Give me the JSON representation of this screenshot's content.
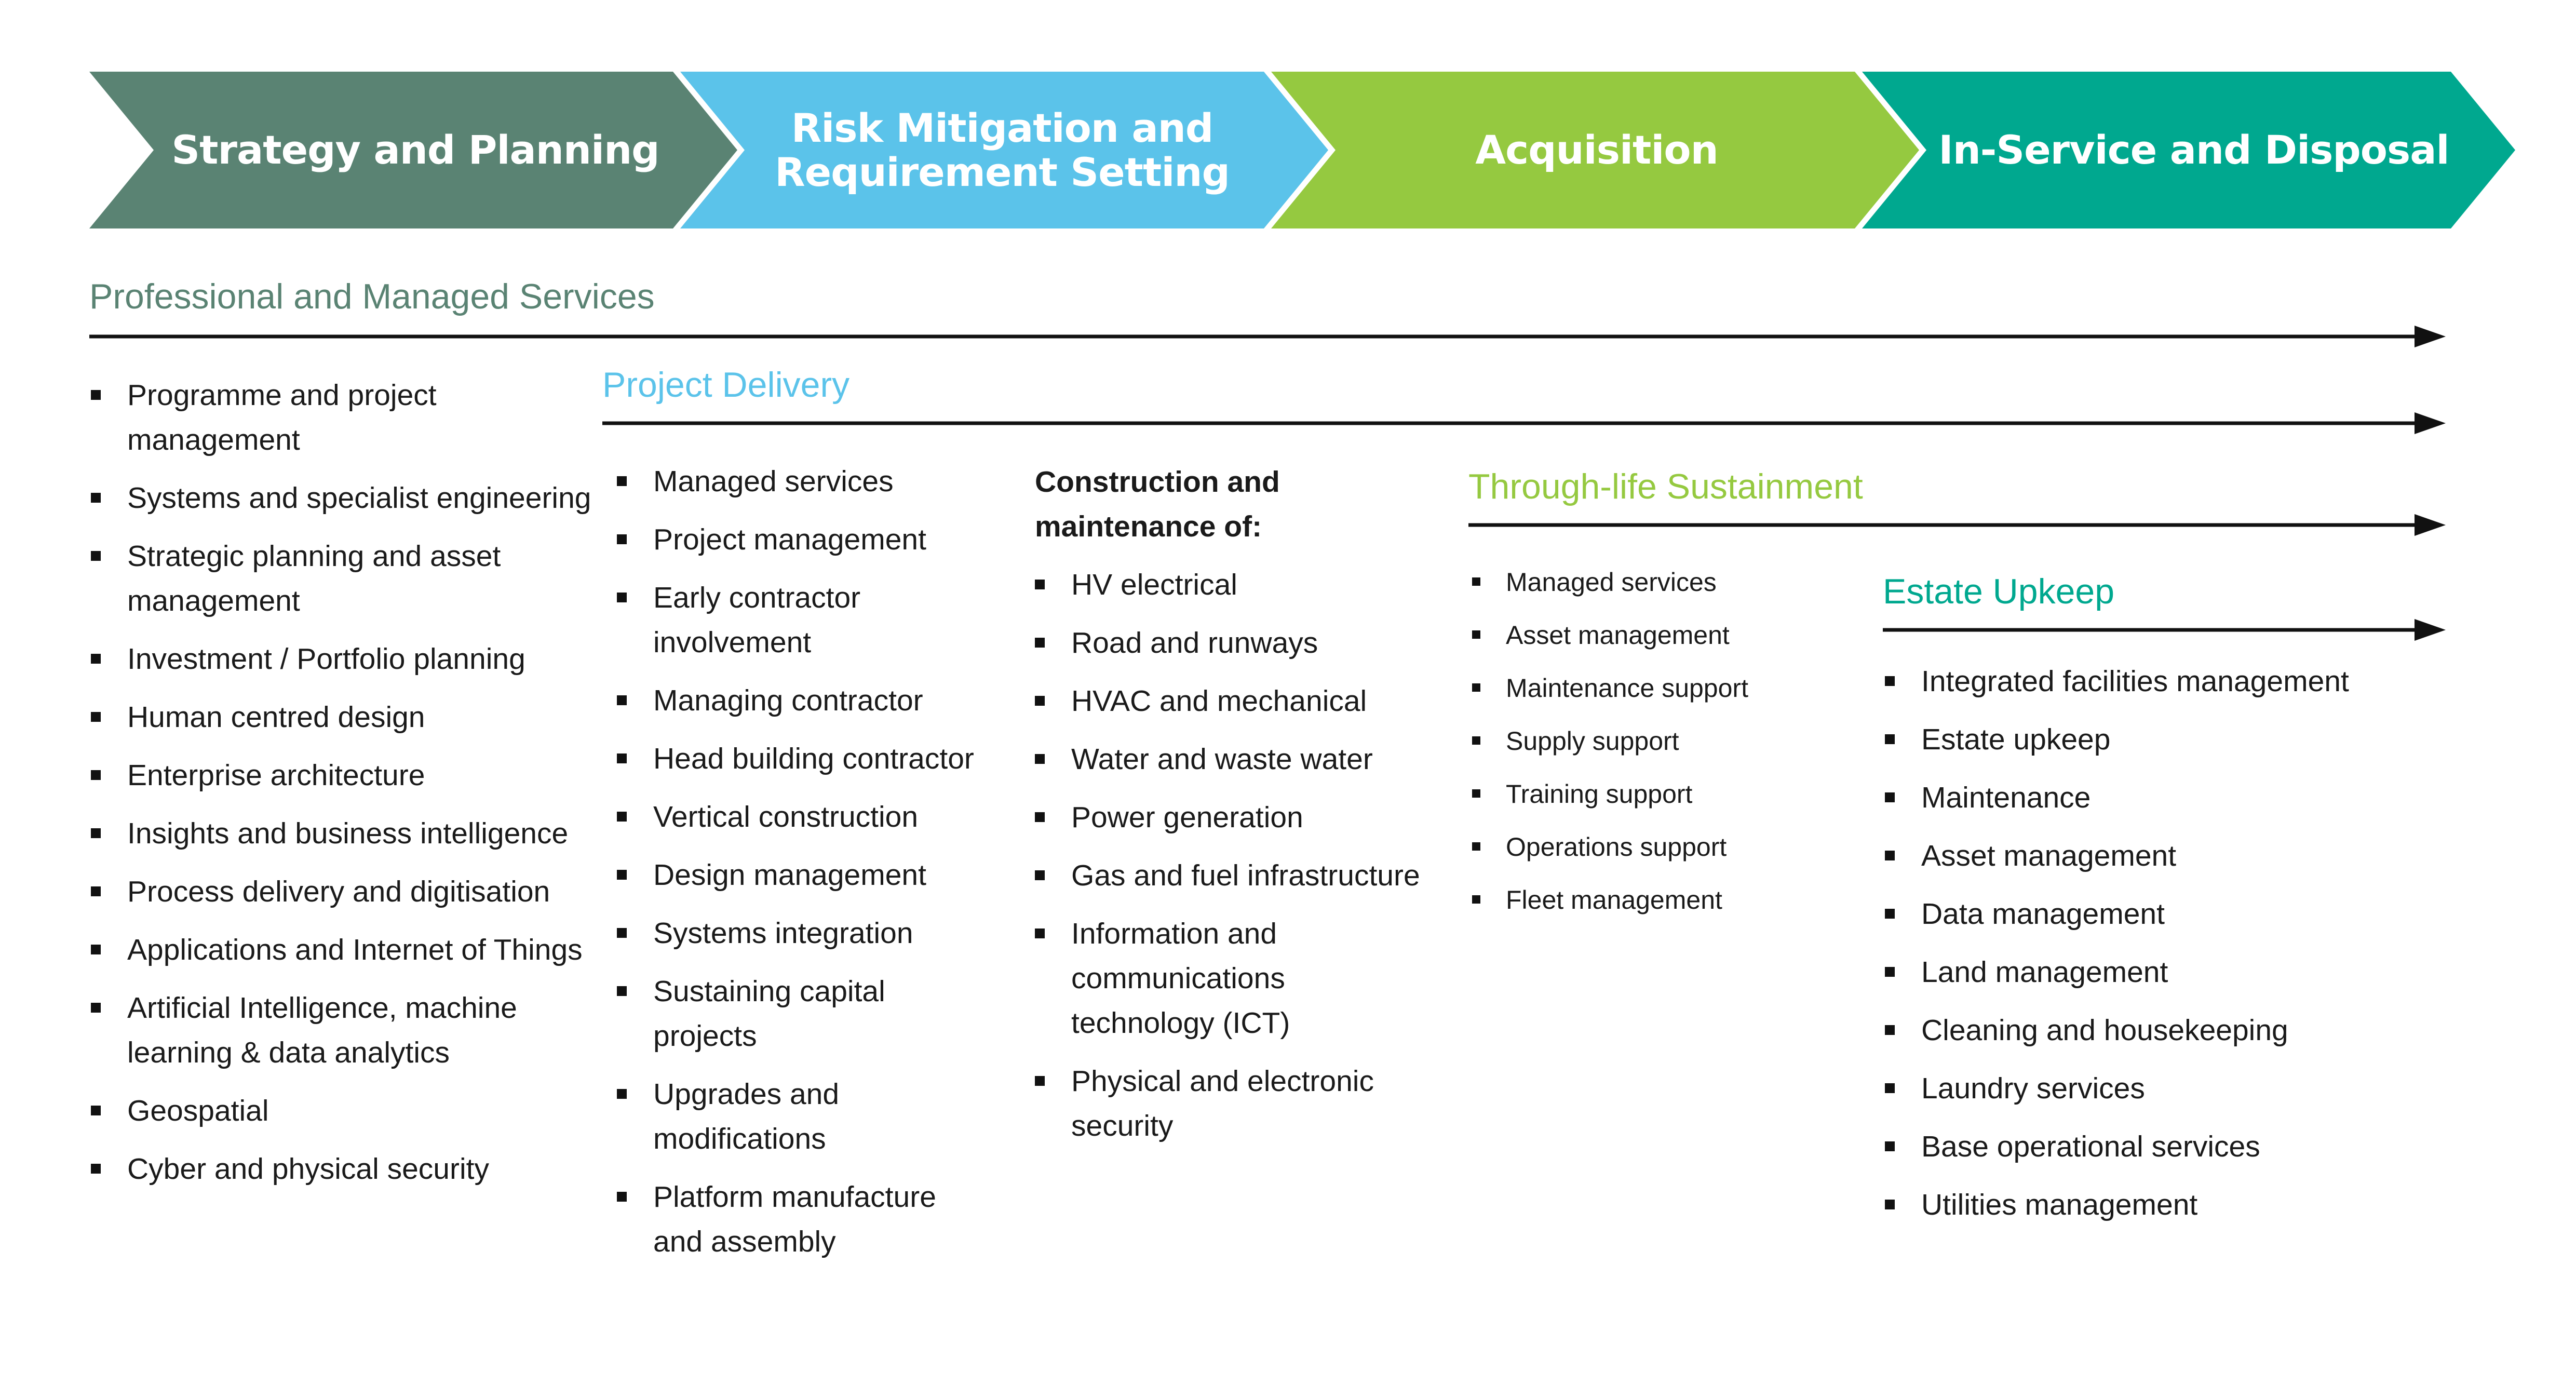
{
  "colors": {
    "strategy": "#5a8373",
    "risk": "#5bc3ea",
    "acquisition": "#95c940",
    "inservice": "#00a88f",
    "text": "#1a1a1a",
    "arrow": "#111111"
  },
  "chevrons": [
    {
      "label": "Strategy and Planning"
    },
    {
      "label": "Risk Mitigation and Requirement Setting"
    },
    {
      "label": "Acquisition"
    },
    {
      "label": "In-Service and Disposal"
    }
  ],
  "professional": {
    "title": "Professional and Managed Services",
    "items": [
      "Programme and project management",
      "Systems and specialist engineering",
      "Strategic planning and asset management",
      "Investment / Portfolio planning",
      "Human centred design",
      "Enterprise architecture",
      "Insights and business intelligence",
      "Process delivery and digitisation",
      "Applications and Internet of Things",
      "Artificial Intelligence, machine learning & data analytics",
      "Geospatial",
      "Cyber and physical security"
    ]
  },
  "project_delivery": {
    "title": "Project Delivery",
    "items": [
      "Managed services",
      "Project management",
      "Early contractor involvement",
      "Managing contractor",
      "Head building contractor",
      "Vertical construction",
      "Design management",
      "Systems integration",
      "Sustaining capital projects",
      "Upgrades and modifications",
      "Platform manufacture and assembly"
    ]
  },
  "construction": {
    "title": "Construction and maintenance of:",
    "items": [
      "HV electrical",
      "Road and runways",
      "HVAC and mechanical",
      "Water and waste water",
      "Power generation",
      "Gas and fuel infrastructure",
      "Information and communications technology (ICT)",
      "Physical and electronic security"
    ]
  },
  "sustainment": {
    "title": "Through-life Sustainment",
    "items": [
      "Managed services",
      "Asset management",
      "Maintenance support",
      "Supply support",
      "Training support",
      "Operations support",
      "Fleet management"
    ]
  },
  "estate": {
    "title": "Estate Upkeep",
    "items": [
      "Integrated facilities management",
      "Estate upkeep",
      "Maintenance",
      "Asset management",
      "Data management",
      "Land management",
      "Cleaning and housekeeping",
      "Laundry services",
      "Base operational services",
      "Utilities management"
    ]
  }
}
